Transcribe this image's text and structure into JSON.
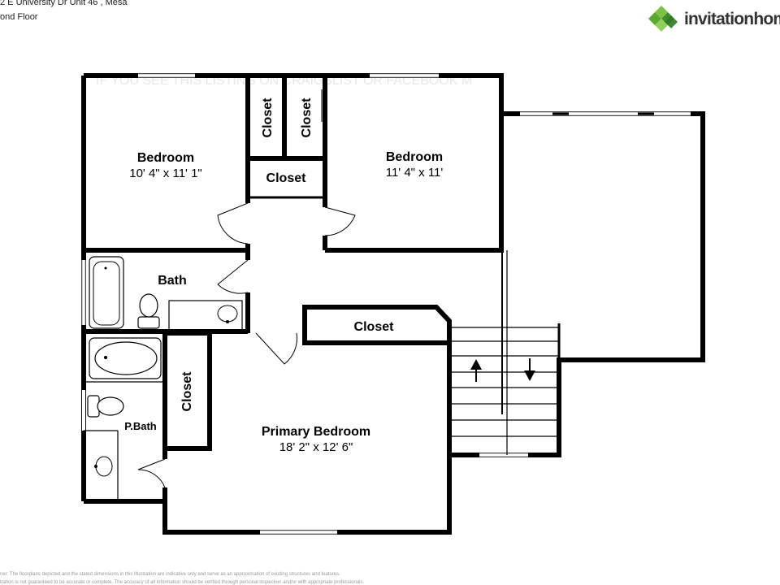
{
  "header": {
    "address": "2 E University Dr Unit 46 , Mesa",
    "floor": "ond Floor"
  },
  "logo": {
    "text": "invitationhom",
    "icon": "diamond-cluster-logo-icon",
    "color": "#4caf50"
  },
  "watermark": "IF YOU SEE THIS LISTING ON CRAIGSLIST OR FACEBOOK M",
  "rooms": {
    "bedroom_left": {
      "label": "Bedroom",
      "dims": "10' 4\" x 11' 1\""
    },
    "bedroom_right": {
      "label": "Bedroom",
      "dims": "11' 4\" x 11'"
    },
    "primary_bedroom": {
      "label": "Primary Bedroom",
      "dims": "18' 2\" x 12' 6\""
    },
    "bath": {
      "label": "Bath"
    },
    "primary_bath": {
      "label": "P.Bath"
    },
    "closet_vertical_left": {
      "label": "Closet"
    },
    "closet_vertical_right": {
      "label": "Closet"
    },
    "closet_hall": {
      "label": "Closet"
    },
    "closet_primary_top": {
      "label": "Closet"
    },
    "closet_primary_left": {
      "label": "Closet"
    }
  },
  "footer": {
    "line1": "ner: The floorplans depicted and the stated dimensions in this illustration are indicative only and serve as an approximation of existing structures and features.",
    "line2": "tration is not guaranteed to be accurate or complete. The accuracy of all information should be verified through personal inspection and/or with appropriate professionals."
  }
}
